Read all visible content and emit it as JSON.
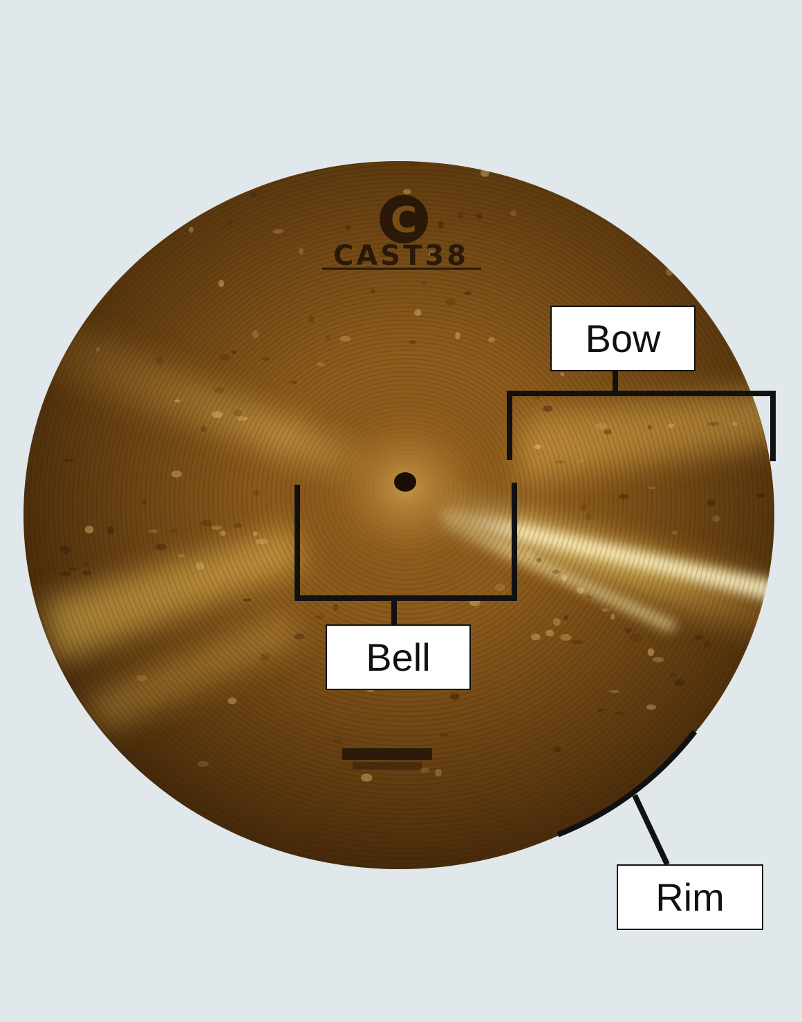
{
  "diagram": {
    "subject": "cymbal",
    "logo": {
      "brand_text": "CAST38",
      "emblem_letter": "C"
    },
    "labels": [
      {
        "id": "bow",
        "text": "Bow"
      },
      {
        "id": "bell",
        "text": "Bell"
      },
      {
        "id": "rim",
        "text": "Rim"
      }
    ],
    "colors": {
      "background": "#e1e8eb",
      "bronze_dark": "#3a2208",
      "bronze_mid": "#8a5a1c",
      "bronze_light": "#e8c060",
      "leader_line": "#111111",
      "label_fill": "#ffffff"
    }
  }
}
